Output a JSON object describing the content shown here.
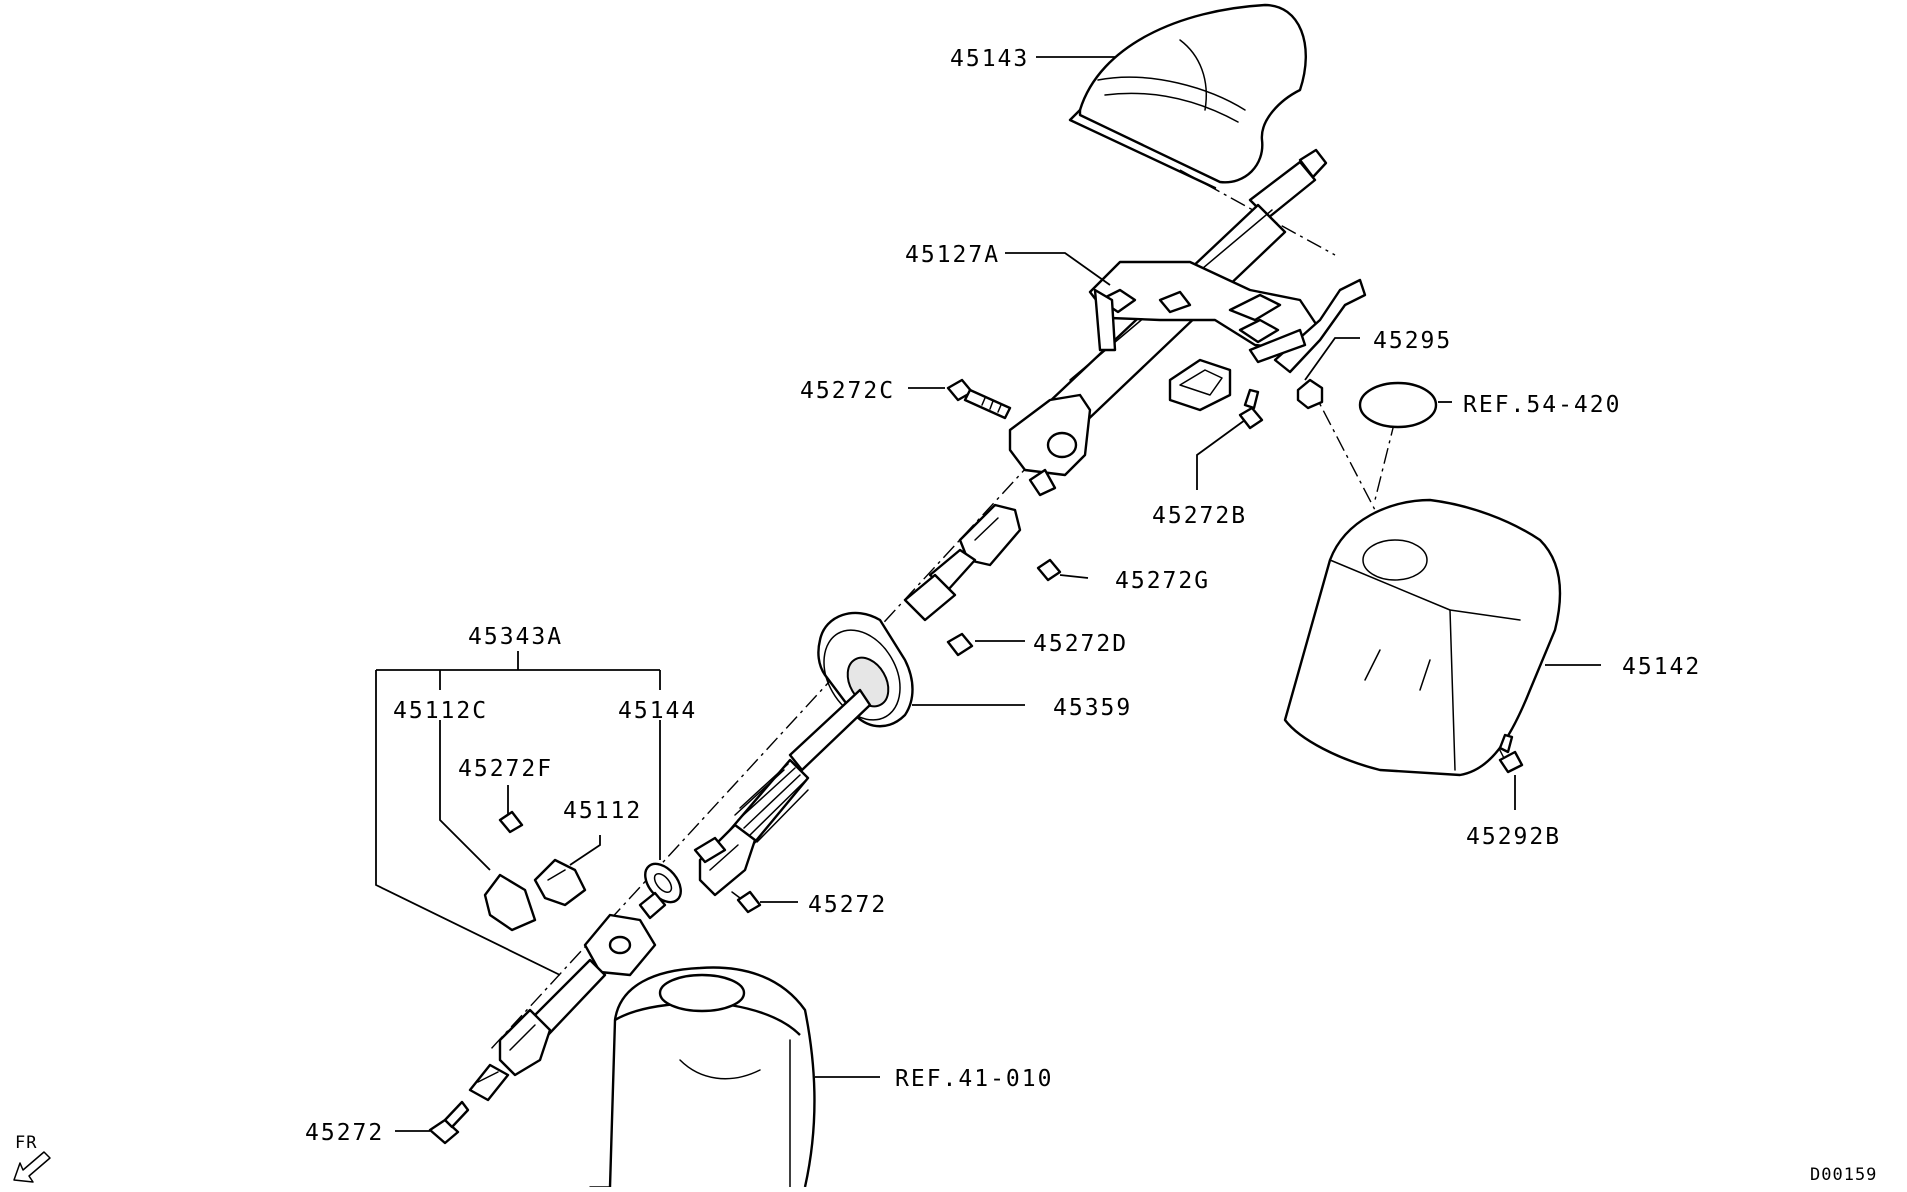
{
  "diagram": {
    "callouts": {
      "p45143": "45143",
      "p45127A": "45127A",
      "p45295": "45295",
      "ref54420": "REF.54-420",
      "p45272C": "45272C",
      "p45272B": "45272B",
      "p45272G": "45272G",
      "p45343A": "45343A",
      "p45272D": "45272D",
      "p45142": "45142",
      "p45112C": "45112C",
      "p45144": "45144",
      "p45359": "45359",
      "p45272F": "45272F",
      "p45112": "45112",
      "p45292B": "45292B",
      "p45272_mid": "45272",
      "ref41010": "REF.41-010",
      "p45272_low": "45272"
    },
    "orientation_label": "FR",
    "drawing_code": "D00159"
  }
}
